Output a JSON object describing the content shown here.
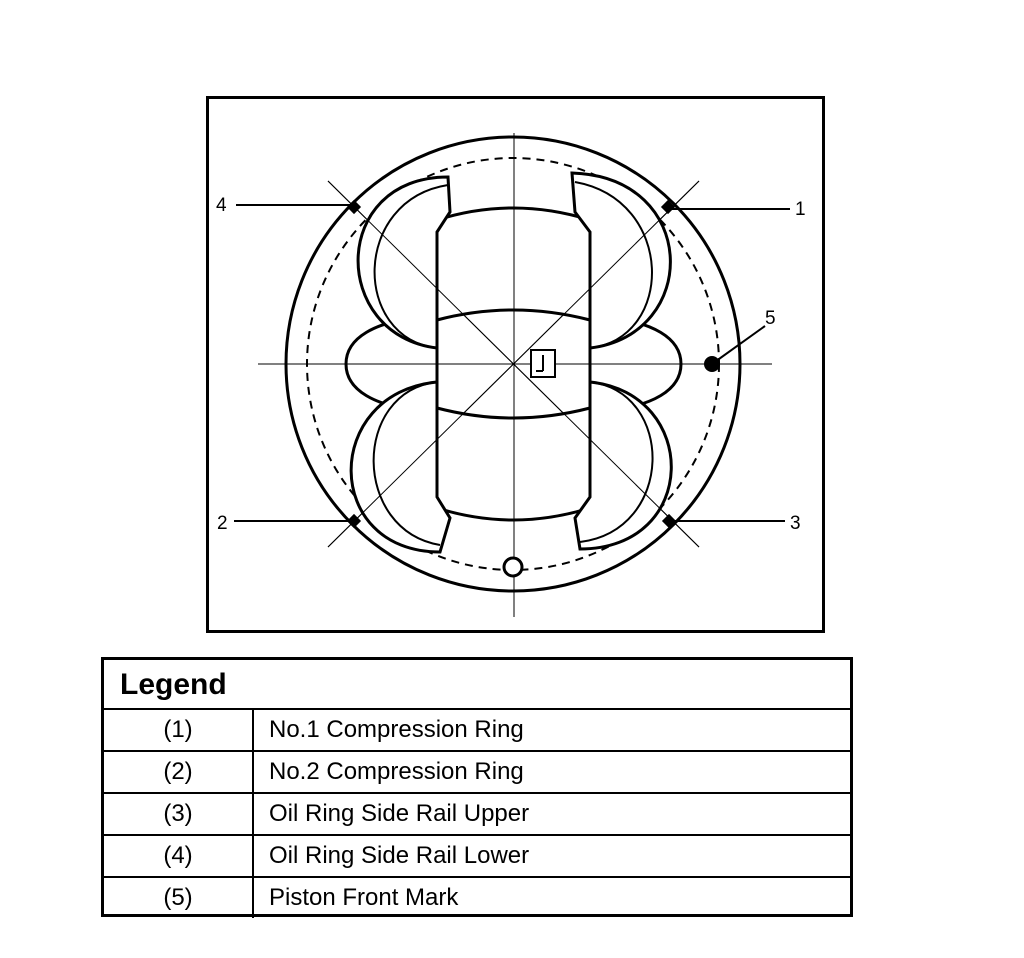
{
  "diagram": {
    "callouts": [
      "1",
      "2",
      "3",
      "4",
      "5"
    ]
  },
  "legend": {
    "title": "Legend",
    "rows": [
      {
        "num": "(1)",
        "desc": "No.1 Compression Ring"
      },
      {
        "num": "(2)",
        "desc": "No.2 Compression Ring"
      },
      {
        "num": "(3)",
        "desc": "Oil Ring Side Rail Upper"
      },
      {
        "num": "(4)",
        "desc": "Oil Ring Side Rail Lower"
      },
      {
        "num": "(5)",
        "desc": "Piston Front Mark"
      }
    ]
  }
}
